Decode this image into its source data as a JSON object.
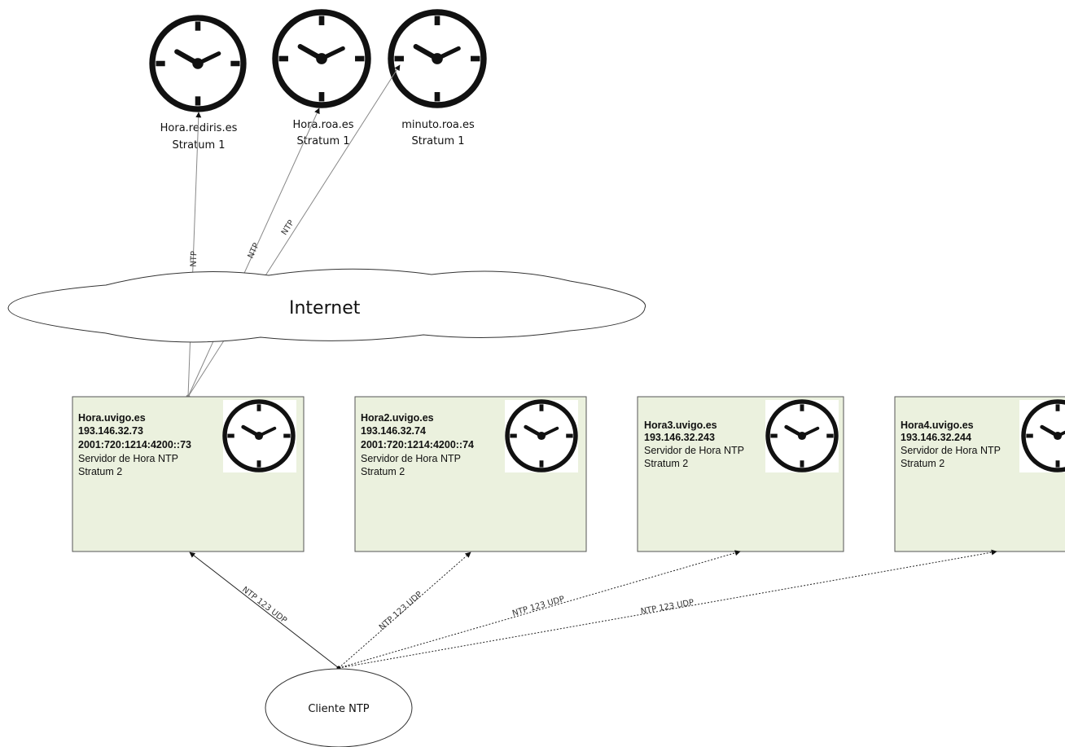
{
  "stratum1_clocks": [
    {
      "name": "Hora.rediris.es",
      "stratum": "Stratum 1"
    },
    {
      "name": "Hora.roa.es",
      "stratum": "Stratum 1"
    },
    {
      "name": "minuto.roa.es",
      "stratum": "Stratum 1"
    }
  ],
  "cloud": {
    "label": "Internet"
  },
  "uplinks": {
    "label": "NTP"
  },
  "servers": [
    {
      "lines": [
        {
          "text": "Hora.uvigo.es",
          "bold": true
        },
        {
          "text": "193.146.32.73",
          "bold": true
        },
        {
          "text": "2001:720:1214:4200::73",
          "bold": true
        },
        {
          "text": "Servidor de Hora NTP",
          "bold": false
        },
        {
          "text": "Stratum 2",
          "bold": false
        }
      ]
    },
    {
      "lines": [
        {
          "text": "Hora2.uvigo.es",
          "bold": true
        },
        {
          "text": "193.146.32.74",
          "bold": true
        },
        {
          "text": "2001:720:1214:4200::74",
          "bold": true
        },
        {
          "text": "Servidor de Hora NTP",
          "bold": false
        },
        {
          "text": "Stratum 2",
          "bold": false
        }
      ]
    },
    {
      "lines": [
        {
          "text": "Hora3.uvigo.es",
          "bold": true
        },
        {
          "text": "193.146.32.243",
          "bold": true
        },
        {
          "text": "Servidor de Hora NTP",
          "bold": false
        },
        {
          "text": "Stratum 2",
          "bold": false
        }
      ]
    },
    {
      "lines": [
        {
          "text": "Hora4.uvigo.es",
          "bold": true
        },
        {
          "text": "193.146.32.244",
          "bold": true
        },
        {
          "text": "Servidor de Hora NTP",
          "bold": false
        },
        {
          "text": "Stratum 2",
          "bold": false
        }
      ]
    }
  ],
  "client": {
    "label": "Cliente NTP"
  },
  "client_links": {
    "label": "NTP 123 UDP"
  },
  "colors": {
    "server_fill": "#EBF1DE",
    "server_border": "#555555",
    "line": "#777777",
    "clock": "#111111"
  }
}
